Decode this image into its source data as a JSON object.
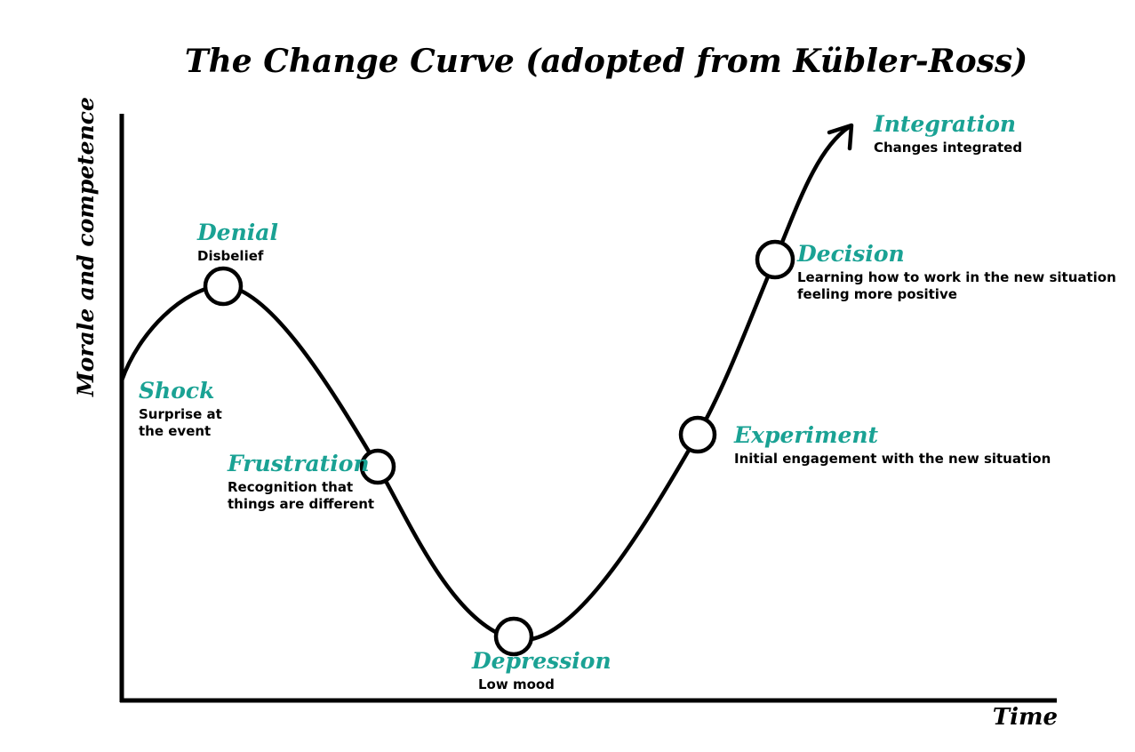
{
  "title": "The Change Curve (adopted from Kübler-Ross)",
  "y_axis_label": "Morale and competence",
  "x_axis_label": "Time",
  "colors": {
    "accent": "#1AA294",
    "ink": "#000000",
    "background": "#FFFFFF"
  },
  "stages": [
    {
      "name": "Shock",
      "desc": "Surprise at\nthe event"
    },
    {
      "name": "Denial",
      "desc": "Disbelief"
    },
    {
      "name": "Frustration",
      "desc": "Recognition that\nthings are different"
    },
    {
      "name": "Depression",
      "desc": "Low mood"
    },
    {
      "name": "Experiment",
      "desc": "Initial engagement with the new situation"
    },
    {
      "name": "Decision",
      "desc": "Learning how to work in the new situation\nfeeling more positive"
    },
    {
      "name": "Integration",
      "desc": "Changes integrated"
    }
  ]
}
